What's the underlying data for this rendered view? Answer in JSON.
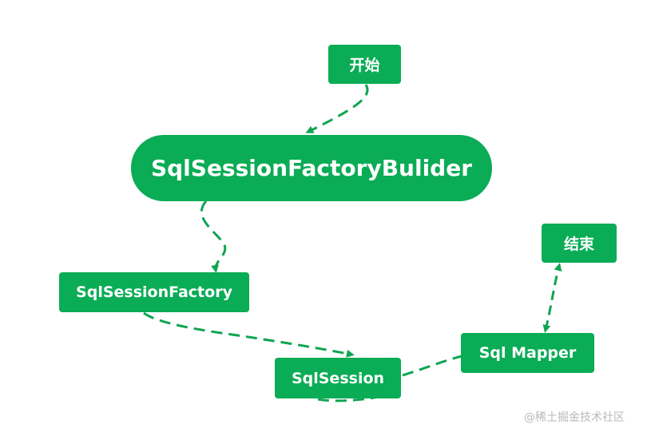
{
  "colors": {
    "node_fill": "#0aac55",
    "node_text": "#ffffff",
    "edge": "#10a452",
    "watermark": "#b9b9b9"
  },
  "nodes": {
    "start": "开始",
    "builder": "SqlSessionFactoryBulider",
    "factory": "SqlSessionFactory",
    "session": "SqlSession",
    "mapper": "Sql Mapper",
    "end": "结束"
  },
  "edges": [
    {
      "from": "start",
      "to": "builder",
      "style": "dashed",
      "arrow": "end"
    },
    {
      "from": "builder",
      "to": "factory",
      "style": "dashed",
      "arrow": "end"
    },
    {
      "from": "factory",
      "to": "session",
      "style": "dashed",
      "arrow": "end"
    },
    {
      "from": "session",
      "to": "mapper",
      "style": "dashed",
      "arrow": "none"
    },
    {
      "from": "mapper",
      "to": "end",
      "style": "dashed",
      "arrow": "both"
    }
  ],
  "watermark": "@稀土掘金技术社区"
}
